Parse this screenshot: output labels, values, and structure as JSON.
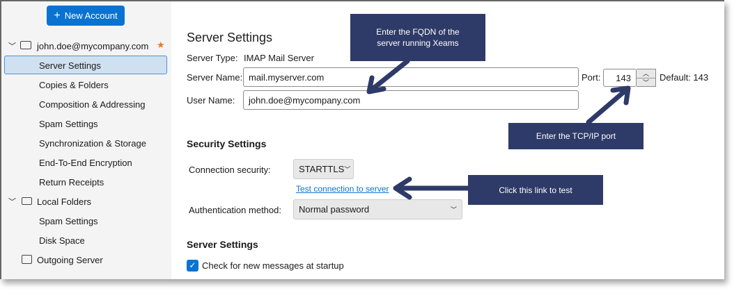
{
  "sidebar": {
    "new_account": "New Account",
    "account": "john.doe@mycompany.com",
    "account_items": [
      "Server Settings",
      "Copies & Folders",
      "Composition & Addressing",
      "Spam Settings",
      "Synchronization & Storage",
      "End-To-End Encryption",
      "Return Receipts"
    ],
    "local_folders": "Local Folders",
    "local_items": [
      "Spam Settings",
      "Disk Space"
    ],
    "outgoing": "Outgoing Server"
  },
  "main": {
    "title": "Server Settings",
    "server_type_label": "Server Type:",
    "server_type_value": "IMAP Mail Server",
    "server_name_label": "Server Name:",
    "server_name_value": "mail.myserver.com",
    "port_label": "Port:",
    "port_value": "143",
    "default_port": "Default: 143",
    "user_name_label": "User Name:",
    "user_name_value": "john.doe@mycompany.com",
    "security_heading": "Security Settings",
    "conn_security_label": "Connection security:",
    "conn_security_value": "STARTTLS",
    "test_link": "Test connection to server",
    "auth_label": "Authentication method:",
    "auth_value": "Normal password",
    "server_settings_heading": "Server Settings",
    "check_startup": "Check for new messages at startup",
    "check_startup_checked": true
  },
  "callouts": {
    "fqdn": "Enter the FQDN of the server running Xeams",
    "port": "Enter the TCP/IP port",
    "test": "Click this link to test",
    "color": "#2e3a67"
  }
}
